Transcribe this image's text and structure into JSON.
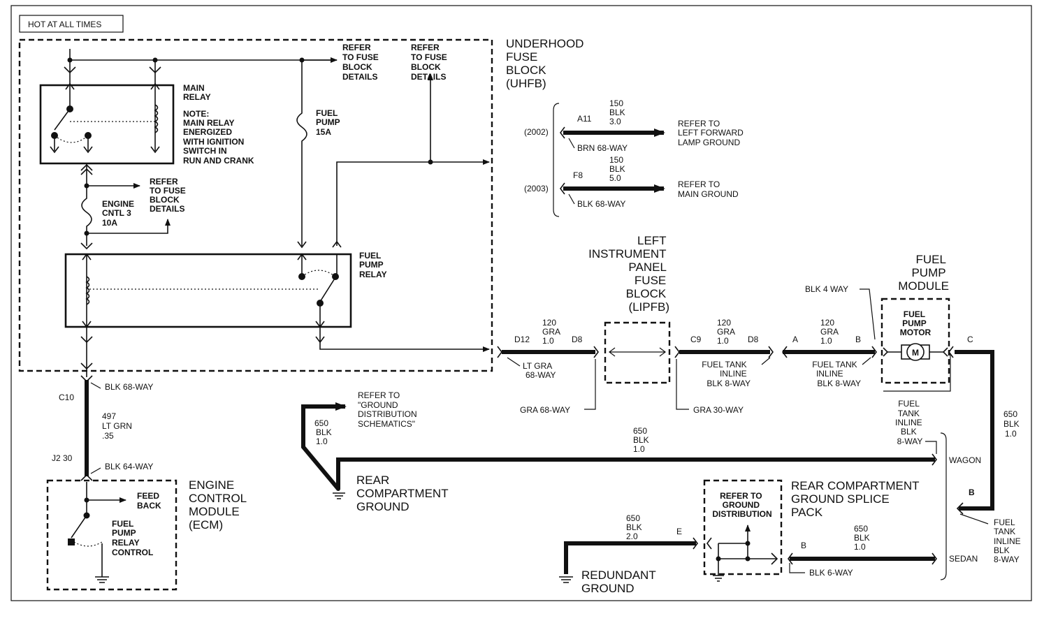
{
  "header": {
    "hot_label": "HOT AT ALL TIMES"
  },
  "uhfb": {
    "title": [
      "UNDERHOOD",
      "FUSE",
      "BLOCK",
      "(UHFB)"
    ],
    "refer1": [
      "REFER",
      "TO FUSE",
      "BLOCK",
      "DETAILS"
    ],
    "refer2": [
      "REFER",
      "TO FUSE",
      "BLOCK",
      "DETAILS"
    ],
    "main_relay": [
      "MAIN",
      "RELAY"
    ],
    "note": [
      "NOTE:",
      "MAIN RELAY",
      "ENERGIZED",
      "WITH IGNITION",
      "SWITCH IN",
      "RUN AND CRANK"
    ],
    "fuel_pump_fuse": [
      "FUEL",
      "PUMP",
      "15A"
    ],
    "engine_fuse": [
      "ENGINE",
      "CNTL 3",
      "10A"
    ],
    "refer3": [
      "REFER",
      "TO FUSE",
      "BLOCK",
      "DETAILS"
    ],
    "fuel_pump_relay": [
      "FUEL",
      "PUMP",
      "RELAY"
    ]
  },
  "ground_2002": {
    "year": "(2002)",
    "pin": "A11",
    "wire": [
      "150",
      "BLK",
      "3.0"
    ],
    "refer": [
      "REFER TO",
      "LEFT FORWARD",
      "LAMP GROUND"
    ],
    "connector": "BRN 68-WAY"
  },
  "ground_2003": {
    "year": "(2003)",
    "pin": "F8",
    "wire": [
      "150",
      "BLK",
      "5.0"
    ],
    "refer": [
      "REFER TO",
      "MAIN GROUND"
    ],
    "connector": "BLK 68-WAY"
  },
  "lipfb": {
    "title": [
      "LEFT",
      "INSTRUMENT",
      "PANEL",
      "FUSE",
      "BLOCK",
      "(LIPFB)"
    ],
    "pin_in": "D12",
    "pin_out": "D8",
    "wire_in": [
      "120",
      "GRA",
      "1.0"
    ],
    "conn_in": [
      "LT GRA",
      "68-WAY"
    ],
    "conn_gra68": "GRA 68-WAY",
    "conn_gra30": "GRA 30-WAY",
    "pin_c9": "C9",
    "pin_d8b": "D8",
    "wire_mid": [
      "120",
      "GRA",
      "1.0"
    ],
    "inline1": [
      "FUEL TANK",
      "INLINE",
      "BLK 8-WAY"
    ]
  },
  "pump": {
    "title": [
      "FUEL",
      "PUMP",
      "MODULE"
    ],
    "blk4": "BLK 4 WAY",
    "pin_a": "A",
    "pin_b": "B",
    "pin_c": "C",
    "wire": [
      "120",
      "GRA",
      "1.0"
    ],
    "inline2": [
      "FUEL TANK",
      "INLINE",
      "BLK 8-WAY"
    ],
    "motor": [
      "FUEL",
      "PUMP",
      "MOTOR"
    ],
    "m": "M"
  },
  "ecm": {
    "title": [
      "ENGINE",
      "CONTROL",
      "MODULE",
      "(ECM)"
    ],
    "conn_top": "BLK 68-WAY",
    "pin_c10": "C10",
    "wire": [
      "497",
      "LT GRN",
      ".35"
    ],
    "pin_j2": "J2 30",
    "conn_bot": "BLK 64-WAY",
    "feedback": [
      "FEED",
      "BACK"
    ],
    "relay_ctrl": [
      "FUEL",
      "PUMP",
      "RELAY",
      "CONTROL"
    ]
  },
  "rear": {
    "refer": [
      "REFER TO",
      "\"GROUND",
      "DISTRIBUTION",
      "SCHEMATICS\""
    ],
    "wire_left": [
      "650",
      "BLK",
      "1.0"
    ],
    "wire_top": [
      "650",
      "BLK",
      "1.0"
    ],
    "ground": [
      "REAR",
      "COMPARTMENT",
      "GROUND"
    ],
    "inline3": [
      "FUEL",
      "TANK",
      "INLINE",
      "BLK",
      "8-WAY"
    ],
    "wagon": "WAGON",
    "wire_right": [
      "650",
      "BLK",
      "1.0"
    ],
    "pin_b": "B",
    "inline4": [
      "FUEL",
      "TANK",
      "INLINE",
      "BLK",
      "8-WAY"
    ],
    "sedan": "SEDAN",
    "splice_title": [
      "REAR COMPARTMENT",
      "GROUND SPLICE",
      "PACK"
    ],
    "refer_gd": [
      "REFER TO",
      "GROUND",
      "DISTRIBUTION"
    ],
    "wire_red": [
      "650",
      "BLK",
      "2.0"
    ],
    "pin_e": "E",
    "redundant": [
      "REDUNDANT",
      "GROUND"
    ],
    "pin_b2": "B",
    "wire_splice": [
      "650",
      "BLK",
      "1.0"
    ],
    "blk6": "BLK 6-WAY"
  }
}
